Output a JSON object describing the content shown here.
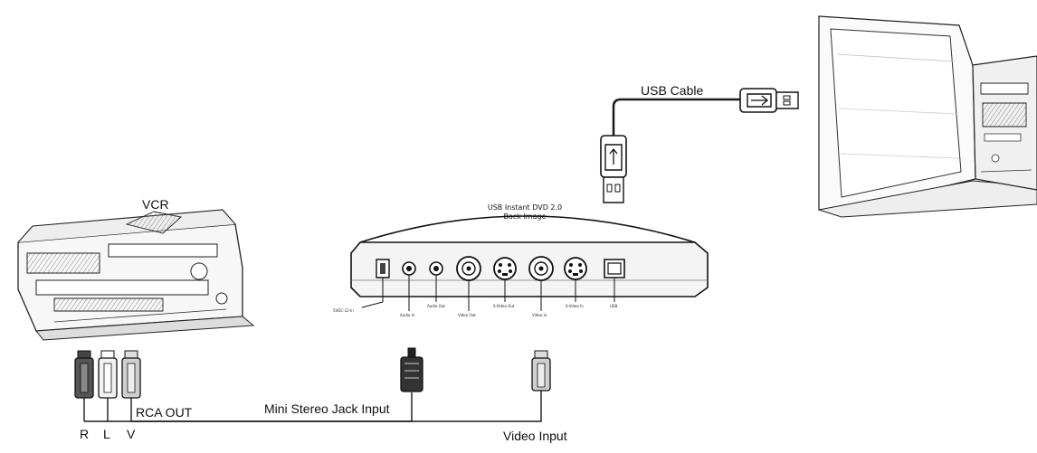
{
  "labels": {
    "vcr": "VCR",
    "usb_cable": "USB Cable",
    "device_title_line1": "USB Instant DVD 2.0",
    "device_title_line2": "Back Image",
    "rca_out": "RCA OUT",
    "rca_r": "R",
    "rca_l": "L",
    "rca_v": "V",
    "mini_stereo_jack_input": "Mini Stereo Jack Input",
    "video_input": "Video Input"
  },
  "ports": [
    {
      "label": "5VDC-12-In",
      "icon": "dc-power-jack-icon"
    },
    {
      "label": "Audio In",
      "icon": "audio-in-jack-icon"
    },
    {
      "label": "Audio Out",
      "icon": "audio-out-jack-icon"
    },
    {
      "label": "Video Out",
      "icon": "video-out-rca-icon"
    },
    {
      "label": "S-Video Out",
      "icon": "svideo-out-icon"
    },
    {
      "label": "Video In",
      "icon": "video-in-rca-icon"
    },
    {
      "label": "S-Video In",
      "icon": "svideo-in-icon"
    },
    {
      "label": "USB",
      "icon": "usb-b-port-icon"
    }
  ],
  "colors": {
    "line": "#1a1a1a",
    "connector_dark": "#555555",
    "connector_light": "#eeeeee",
    "device_body": "#f4f4f4"
  }
}
